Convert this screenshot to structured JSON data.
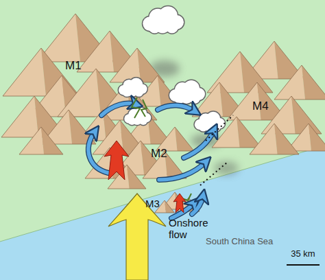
{
  "diagram": {
    "labels": [
      "M1",
      "M2",
      "M3",
      "M4",
      "Onshore flow",
      "South China Sea",
      "35 km"
    ]
  }
}
